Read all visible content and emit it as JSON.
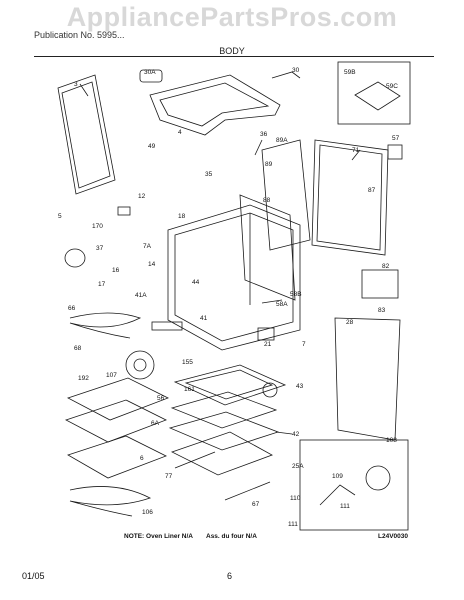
{
  "watermark": "AppliancePartsPros.com",
  "header": {
    "left": "Publication No. 5995...",
    "section": "BODY"
  },
  "footer": {
    "date": "01/05",
    "page": "6"
  },
  "notes": {
    "liner": "NOTE: Oven Liner N/A",
    "liner_fr": "Ass. du four N/A",
    "code": "L24V0030"
  },
  "parts": [
    "3",
    "30A",
    "30",
    "59B",
    "59C",
    "4",
    "49",
    "36",
    "89A",
    "57",
    "71",
    "35",
    "89",
    "87",
    "88",
    "12",
    "5",
    "170",
    "7A",
    "18",
    "37",
    "16",
    "14",
    "17",
    "41A",
    "44",
    "66",
    "58A",
    "58B",
    "82",
    "68",
    "41",
    "21",
    "7",
    "83",
    "28",
    "155",
    "108",
    "192",
    "161",
    "107",
    "56",
    "43",
    "6A",
    "42",
    "6",
    "25A",
    "77",
    "67",
    "106",
    "109",
    "110",
    "111"
  ],
  "colors": {
    "line": "#1a1a1a",
    "watermark": "#d8d8d8"
  }
}
